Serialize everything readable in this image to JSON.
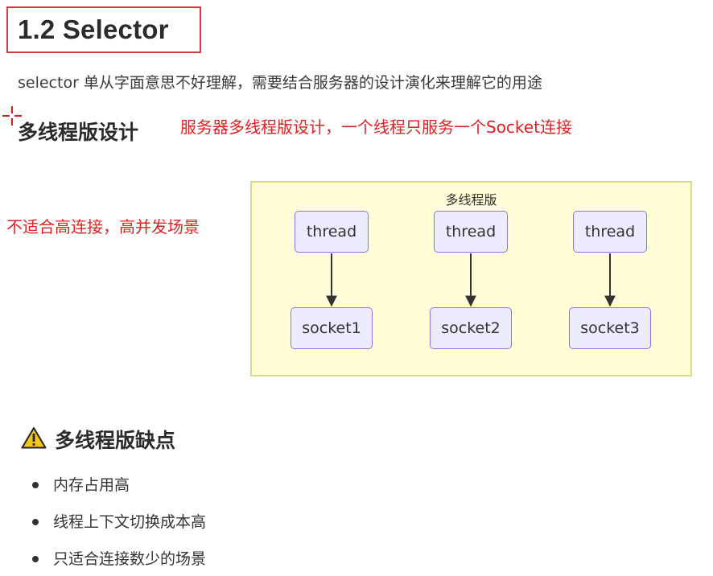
{
  "document": {
    "title": "1.2 Selector",
    "intro": "selector 单从字面意思不好理解，需要结合服务器的设计演化来理解它的用途",
    "section_heading": "多线程版设计",
    "annotation_top": "服务器多线程版设计，一个线程只服务一个Socket连接",
    "annotation_left": "不适合高连接，高并发场景",
    "cons_heading": "多线程版缺点",
    "cons": [
      "内存占用高",
      "线程上下文切换成本高",
      "只适合连接数少的场景"
    ]
  },
  "diagram": {
    "title": "多线程版",
    "threads": [
      "thread",
      "thread",
      "thread"
    ],
    "sockets": [
      "socket1",
      "socket2",
      "socket3"
    ]
  },
  "colors": {
    "annotation": "#e02020",
    "title_border": "#d43a3a",
    "diagram_bg": "#fffed8",
    "diagram_border": "#d9d98a",
    "node_bg": "#ececfe",
    "node_border": "#9370db"
  },
  "icons": {
    "warning": "warning-icon",
    "cursor": "crosshair-cursor-icon"
  }
}
